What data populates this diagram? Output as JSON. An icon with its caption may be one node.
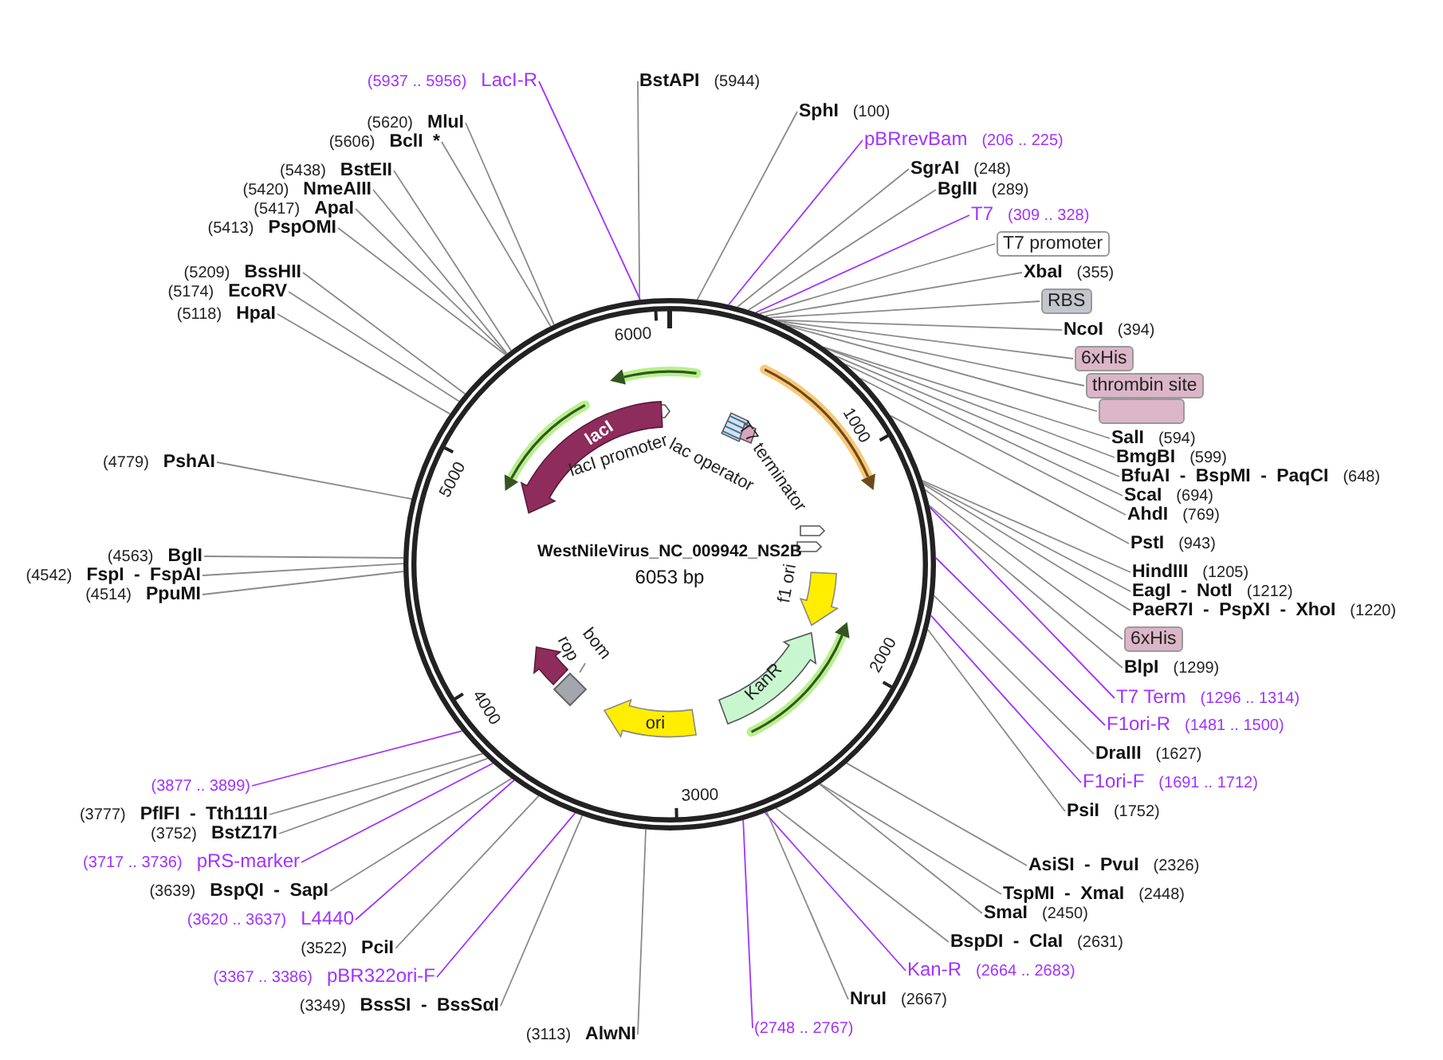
{
  "diagram": {
    "nodes": [
      {
        "text": [
          "WestNileVirus_NC_009942_NS2B",
          "6053 bp"
        ]
      },
      {
        "text": [
          "lacI"
        ],
        "in": 0
      },
      {
        "text": [
          "KanR"
        ],
        "in": 0
      },
      {
        "text": [
          "ori"
        ],
        "in": 0
      },
      {
        "text": [
          "bom"
        ],
        "in": 0
      },
      {
        "text": [],
        "shape": "diamond",
        "in": 0
      },
      {
        "text": [
          "BstAPI",
          "(5944)"
        ]
      },
      {
        "text": [
          "SphI",
          "(100)"
        ]
      },
      {
        "text": [
          "pBRrevBam",
          "(206 .. 225)"
        ]
      },
      {
        "text": [
          "SgrAI",
          "(248)"
        ]
      },
      {
        "text": [
          "BglII",
          "(289)"
        ]
      },
      {
        "text": [
          "T7",
          "(309 .. 328)"
        ]
      },
      {
        "text": [
          "T7 promoter"
        ]
      },
      {
        "text": [
          "XbaI",
          "(355)"
        ]
      },
      {
        "text": [
          "RBS"
        ]
      },
      {
        "text": [
          "NcoI",
          "(394)"
        ]
      },
      {
        "text": [
          "6xHis"
        ]
      },
      {
        "text": [
          "thrombin site"
        ]
      },
      {
        "text": [],
        "shape": "box"
      },
      {
        "text": [
          "SalI",
          "(594)"
        ]
      },
      {
        "text": [
          "BmgBI",
          "(599)"
        ]
      },
      {
        "text": [
          "BfuAI - BspMI - PaqCI",
          "(648)"
        ]
      },
      {
        "text": [
          "ScaI",
          "(694)"
        ]
      },
      {
        "text": [
          "AhdI",
          "(769)"
        ]
      },
      {
        "text": [
          "PstI",
          "(943)"
        ]
      },
      {
        "text": [
          "HindIII",
          "(1205)"
        ]
      },
      {
        "text": [
          "EagI - NotI",
          "(1212)"
        ]
      },
      {
        "text": [
          "PaeR7I - PspXI - XhoI",
          "(1220)"
        ]
      },
      {
        "text": [
          "6xHis"
        ]
      },
      {
        "text": [
          "BlpI",
          "(1299)"
        ]
      },
      {
        "text": [
          "T7 Term",
          "(1296 .. 1314)"
        ]
      },
      {
        "text": [
          "F1ori-R",
          "(1481 .. 1500)"
        ]
      },
      {
        "text": [
          "DraIII",
          "(1627)"
        ]
      },
      {
        "text": [
          "F1ori-F",
          "(1691 .. 1712)"
        ]
      },
      {
        "text": [
          "PsiI",
          "(1752)"
        ]
      },
      {
        "text": [
          "AsiSI - PvuI",
          "(2326)"
        ]
      },
      {
        "text": [
          "TspMI - XmaI",
          "(2448)"
        ]
      },
      {
        "text": [
          "SmaI",
          "(2450)"
        ]
      },
      {
        "text": [
          "BspDI - ClaI",
          "(2631)"
        ]
      },
      {
        "text": [
          "Kan-R",
          "(2664 .. 2683)"
        ]
      },
      {
        "text": [
          "NruI",
          "(2667)"
        ]
      },
      {
        "text": [
          "(2748 .. 2767)"
        ]
      },
      {
        "text": [
          "(5937 .. 5956)",
          "LacI-R"
        ]
      },
      {
        "text": [
          "(5620)",
          "MluI"
        ]
      },
      {
        "text": [
          "(5606)",
          "BclI *"
        ]
      },
      {
        "text": [
          "(5438)",
          "BstEII"
        ]
      },
      {
        "text": [
          "(5420)",
          "NmeAIII"
        ]
      },
      {
        "text": [
          "(5417)",
          "ApaI"
        ]
      },
      {
        "text": [
          "(5413)",
          "PspOMI"
        ]
      },
      {
        "text": [
          "(5209)",
          "BssHII"
        ]
      },
      {
        "text": [
          "(5174)",
          "EcoRV"
        ]
      },
      {
        "text": [
          "(5118)",
          "HpaI"
        ]
      },
      {
        "text": [
          "(4779)",
          "PshAI"
        ]
      },
      {
        "text": [
          "(4563)",
          "BglI"
        ]
      },
      {
        "text": [
          "(4542)",
          "FspI - FspAI"
        ]
      },
      {
        "text": [
          "(4514)",
          "PpuMI"
        ]
      },
      {
        "text": [
          "(3877 .. 3899)"
        ]
      },
      {
        "text": [
          "(3777)",
          "PflFI - Tth111I"
        ]
      },
      {
        "text": [
          "(3752)",
          "BstZ17I"
        ]
      },
      {
        "text": [
          "(3717 .. 3736)",
          "pRS-marker"
        ]
      },
      {
        "text": [
          "(3639)",
          "BspQI - SapI"
        ]
      },
      {
        "text": [
          "(3620 .. 3637)",
          "L4440"
        ]
      },
      {
        "text": [
          "(3522)",
          "PciI"
        ]
      },
      {
        "text": [
          "(3367 .. 3386)",
          "pBR322ori-F"
        ]
      },
      {
        "text": [
          "(3349)",
          "BssSI - BssSαI"
        ]
      },
      {
        "text": [
          "(3113)",
          "AlwNI"
        ]
      },
      {
        "text": [],
        "shape": "arrow",
        "in": 0,
        "beside": [
          "f1 ori"
        ]
      },
      {
        "text": [],
        "shape": "arrow",
        "in": 0,
        "beside": [
          "rop"
        ]
      }
    ],
    "edges": [
      {
        "from": 4,
        "to": 5,
        "arrow": "none"
      },
      {
        "from": 6,
        "to": 0,
        "arrow": "none"
      },
      {
        "from": 7,
        "to": 0,
        "arrow": "none"
      },
      {
        "from": 8,
        "to": 0,
        "arrow": "none",
        "color": "#a033ff"
      },
      {
        "from": 9,
        "to": 0,
        "arrow": "none"
      },
      {
        "from": 10,
        "to": 0,
        "arrow": "none"
      },
      {
        "from": 11,
        "to": 0,
        "arrow": "none",
        "color": "#a033ff"
      },
      {
        "from": 12,
        "to": 0,
        "arrow": "none"
      },
      {
        "from": 13,
        "to": 0,
        "arrow": "none"
      },
      {
        "from": 14,
        "to": 0,
        "arrow": "none"
      },
      {
        "from": 15,
        "to": 0,
        "arrow": "none"
      },
      {
        "from": 16,
        "to": 0,
        "arrow": "none"
      },
      {
        "from": 17,
        "to": 0,
        "arrow": "none"
      },
      {
        "from": 18,
        "to": 0,
        "arrow": "none"
      },
      {
        "from": 19,
        "to": 0,
        "arrow": "none"
      },
      {
        "from": 20,
        "to": 0,
        "arrow": "none"
      },
      {
        "from": 21,
        "to": 0,
        "arrow": "none"
      },
      {
        "from": 22,
        "to": 0,
        "arrow": "none"
      },
      {
        "from": 23,
        "to": 0,
        "arrow": "none"
      },
      {
        "from": 24,
        "to": 0,
        "arrow": "none"
      },
      {
        "from": 25,
        "to": 0,
        "arrow": "none"
      },
      {
        "from": 26,
        "to": 0,
        "arrow": "none"
      },
      {
        "from": 27,
        "to": 0,
        "arrow": "none"
      },
      {
        "from": 28,
        "to": 0,
        "arrow": "none"
      },
      {
        "from": 29,
        "to": 0,
        "arrow": "none"
      },
      {
        "from": 30,
        "to": 0,
        "arrow": "none",
        "color": "#a033ff"
      },
      {
        "from": 31,
        "to": 0,
        "arrow": "none",
        "color": "#a033ff"
      },
      {
        "from": 32,
        "to": 0,
        "arrow": "none"
      },
      {
        "from": 33,
        "to": 0,
        "arrow": "none",
        "color": "#a033ff"
      },
      {
        "from": 34,
        "to": 0,
        "arrow": "none"
      },
      {
        "from": 35,
        "to": 0,
        "arrow": "none"
      },
      {
        "from": 36,
        "to": 0,
        "arrow": "none"
      },
      {
        "from": 37,
        "to": 0,
        "arrow": "none"
      },
      {
        "from": 38,
        "to": 0,
        "arrow": "none"
      },
      {
        "from": 39,
        "to": 0,
        "arrow": "none",
        "color": "#a033ff"
      },
      {
        "from": 40,
        "to": 0,
        "arrow": "none"
      },
      {
        "from": 41,
        "to": 0,
        "arrow": "none",
        "color": "#a033ff"
      },
      {
        "from": 42,
        "to": 0,
        "arrow": "none",
        "color": "#a033ff"
      },
      {
        "from": 43,
        "to": 0,
        "arrow": "none"
      },
      {
        "from": 44,
        "to": 0,
        "arrow": "none"
      },
      {
        "from": 45,
        "to": 0,
        "arrow": "none"
      },
      {
        "from": 46,
        "to": 0,
        "arrow": "none"
      },
      {
        "from": 47,
        "to": 0,
        "arrow": "none"
      },
      {
        "from": 48,
        "to": 0,
        "arrow": "none"
      },
      {
        "from": 49,
        "to": 0,
        "arrow": "none"
      },
      {
        "from": 50,
        "to": 0,
        "arrow": "none"
      },
      {
        "from": 51,
        "to": 0,
        "arrow": "none"
      },
      {
        "from": 52,
        "to": 0,
        "arrow": "none"
      },
      {
        "from": 53,
        "to": 0,
        "arrow": "none"
      },
      {
        "from": 54,
        "to": 0,
        "arrow": "none"
      },
      {
        "from": 55,
        "to": 0,
        "arrow": "none"
      },
      {
        "from": 56,
        "to": 0,
        "arrow": "none",
        "color": "#a033ff"
      },
      {
        "from": 57,
        "to": 0,
        "arrow": "none"
      },
      {
        "from": 58,
        "to": 0,
        "arrow": "none"
      },
      {
        "from": 59,
        "to": 0,
        "arrow": "none",
        "color": "#a033ff"
      },
      {
        "from": 60,
        "to": 0,
        "arrow": "none"
      },
      {
        "from": 61,
        "to": 0,
        "arrow": "none",
        "color": "#a033ff"
      },
      {
        "from": 62,
        "to": 0,
        "arrow": "none"
      },
      {
        "from": 63,
        "to": 0,
        "arrow": "none",
        "color": "#a033ff"
      },
      {
        "from": 64,
        "to": 0,
        "arrow": "none"
      },
      {
        "from": 65,
        "to": 0,
        "arrow": "none"
      }
    ],
    "labels": [
      "6000",
      "1000",
      "2000",
      "3000",
      "4000",
      "5000",
      "lacI promoter",
      "lac operator",
      "T7 terminator"
    ]
  }
}
